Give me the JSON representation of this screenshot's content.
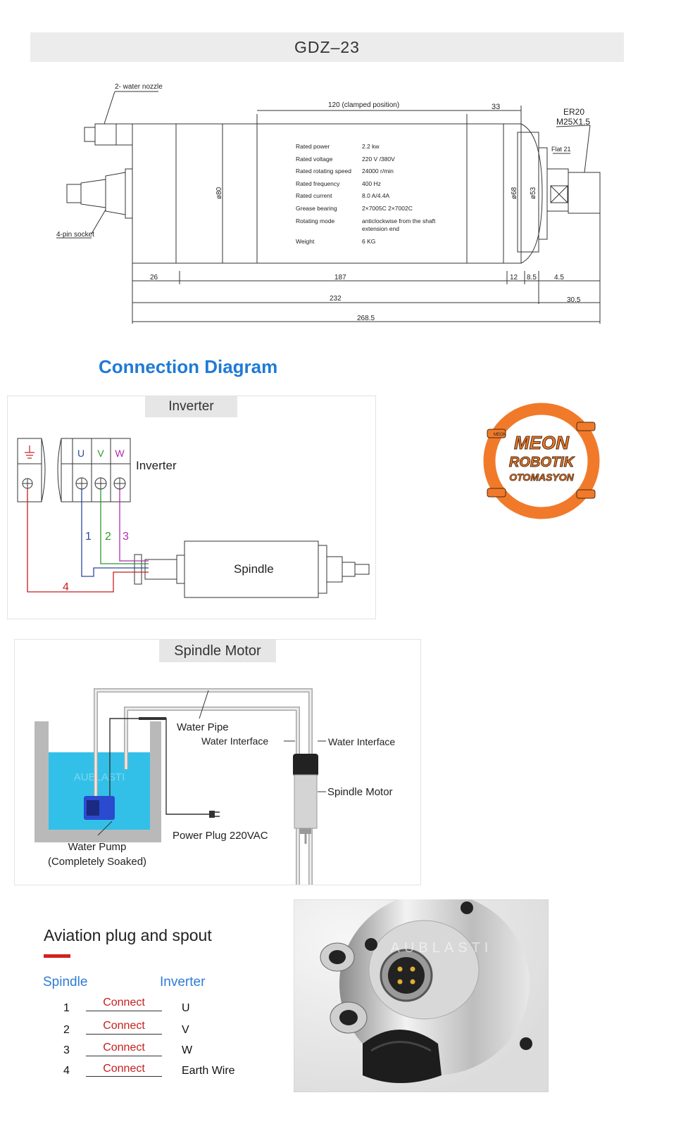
{
  "header": {
    "model": "GDZ–23"
  },
  "drawing": {
    "water_nozzle": "2- water nozzle",
    "socket": "4-pin socket",
    "clamped": "120 (clamped position)",
    "dim_33": "33",
    "collet": "ER20",
    "thread": "M25X1.5",
    "flat": "Flat 21",
    "dia80": "ø80",
    "dia68": "ø68",
    "dia53": "ø53",
    "dim_26": "26",
    "dim_187": "187",
    "dim_12": "12",
    "dim_85": "8.5",
    "dim_45": "4.5",
    "dim_232": "232",
    "dim_305": "30.5",
    "dim_2685": "268.5",
    "specs": [
      {
        "label": "Rated power",
        "value": "2.2 kw"
      },
      {
        "label": "Rated voltage",
        "value": "220 V /380V"
      },
      {
        "label": "Rated rotating speed",
        "value": "24000 r/min"
      },
      {
        "label": "Rated frequency",
        "value": "400 Hz"
      },
      {
        "label": "Rated current",
        "value": "8.0 A/4.4A"
      },
      {
        "label": "Grease bearing",
        "value": "2×7005C 2×7002C"
      },
      {
        "label": "Rotating mode",
        "value": "anticlockwise from the shaft"
      },
      {
        "label": "",
        "value": "extension end"
      },
      {
        "label": "Weight",
        "value": "6 KG"
      }
    ]
  },
  "connection": {
    "title": "Connection Diagram",
    "tab": "Inverter",
    "u": "U",
    "v": "V",
    "w": "W",
    "inverter_label": "Inverter",
    "spindle_label": "Spindle",
    "n1": "1",
    "n2": "2",
    "n3": "3",
    "n4": "4"
  },
  "logo": {
    "line1": "MEON",
    "line2": "ROBOTIK",
    "line3": "OTOMASYON",
    "badge": "MEON"
  },
  "cooling": {
    "tab": "Spindle Motor",
    "water_pipe": "Water Pipe",
    "water_interface_left": "Water Interface",
    "water_interface_right": "Water Interface",
    "spindle_motor": "Spindle Motor",
    "power_plug": "Power Plug 220VAC",
    "pump_line1": "Water Pump",
    "pump_line2": "(Completely Soaked)",
    "watermark": "AUBLASTI"
  },
  "aviation": {
    "title": "Aviation plug and spout",
    "col_spindle": "Spindle",
    "col_inverter": "Inverter",
    "rows": [
      {
        "num": "1",
        "connect": "Connect",
        "target": "U"
      },
      {
        "num": "2",
        "connect": "Connect",
        "target": "V"
      },
      {
        "num": "3",
        "connect": "Connect",
        "target": "W"
      },
      {
        "num": "4",
        "connect": "Connect",
        "target": "Earth Wire"
      }
    ],
    "watermark": "AUBLASTI"
  },
  "colors": {
    "accent_blue": "#1f7ad6",
    "red": "#c81e1e",
    "logo_orange": "#f07a2a"
  }
}
